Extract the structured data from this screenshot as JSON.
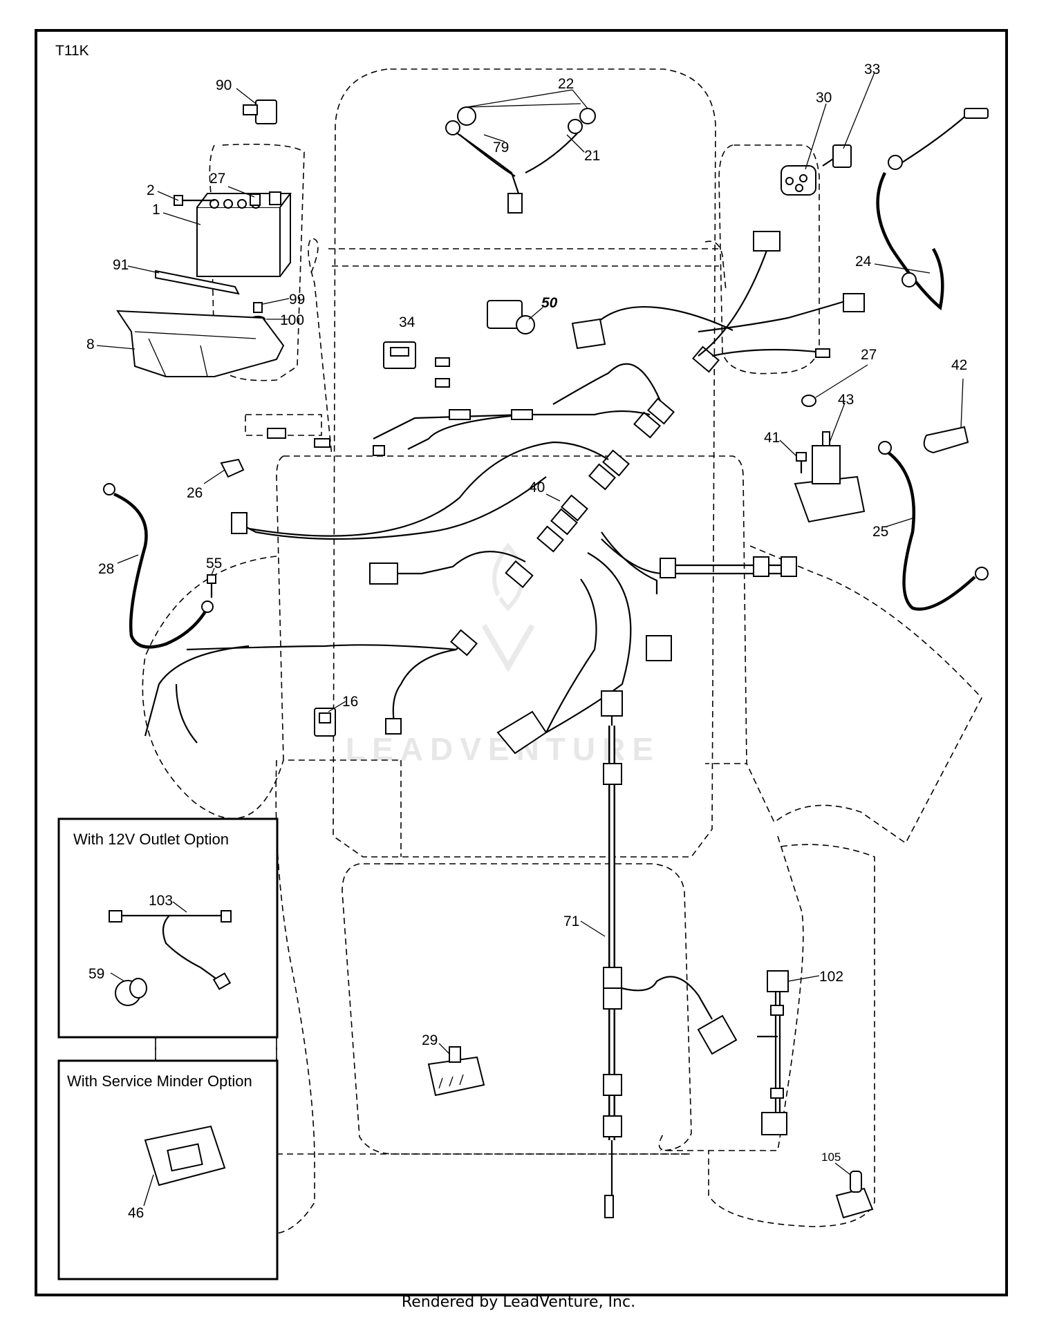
{
  "diagram": {
    "code": "T11K",
    "watermark": "LEADVENTURE",
    "footer": "Rendered by LeadVenture, Inc.",
    "insets": {
      "outlet_title": "With 12V Outlet Option",
      "minder_title": "With Service Minder Option"
    },
    "callouts": {
      "c90": "90",
      "c22": "22",
      "c79": "79",
      "c21": "21",
      "c30": "30",
      "c33": "33",
      "c2": "2",
      "c27a": "27",
      "c1": "1",
      "c91": "91",
      "c99": "99",
      "c100": "100",
      "c8": "8",
      "c50": "50",
      "c34": "34",
      "c24": "24",
      "c27b": "27",
      "c42": "42",
      "c43": "43",
      "c41": "41",
      "c26": "26",
      "c40": "40",
      "c25": "25",
      "c28": "28",
      "c55": "55",
      "c16": "16",
      "c103": "103",
      "c59": "59",
      "c71": "71",
      "c102": "102",
      "c29": "29",
      "c46": "46",
      "c105": "105"
    }
  }
}
